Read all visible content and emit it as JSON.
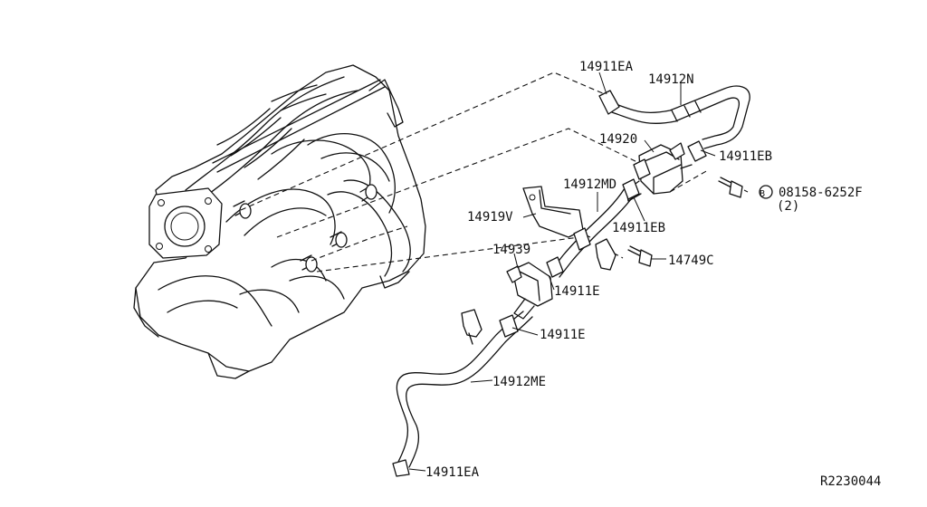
{
  "diagram": {
    "reference_code": "R2230044",
    "parts": [
      {
        "id": "hose_clamp_top_label",
        "text": "14911EA"
      },
      {
        "id": "hose_top_label",
        "text": "14912N"
      },
      {
        "id": "valve_label",
        "text": "14920"
      },
      {
        "id": "clamp_right_label",
        "text": "14911EB"
      },
      {
        "id": "bolt_label",
        "text": "08158-6252F"
      },
      {
        "id": "bolt_qty_label",
        "text": "(2)"
      },
      {
        "id": "hose_md_label",
        "text": "14912MD"
      },
      {
        "id": "bracket_label",
        "text": "14919V"
      },
      {
        "id": "clamp_mid_label",
        "text": "14911EB"
      },
      {
        "id": "sensor_label",
        "text": "14939"
      },
      {
        "id": "screw_label",
        "text": "14749C"
      },
      {
        "id": "clamp_e1_label",
        "text": "14911E"
      },
      {
        "id": "clamp_e2_label",
        "text": "14911E"
      },
      {
        "id": "hose_me_label",
        "text": "14912ME"
      },
      {
        "id": "clamp_bottom_label",
        "text": "14911EA"
      }
    ],
    "bolt_marker": "B"
  }
}
